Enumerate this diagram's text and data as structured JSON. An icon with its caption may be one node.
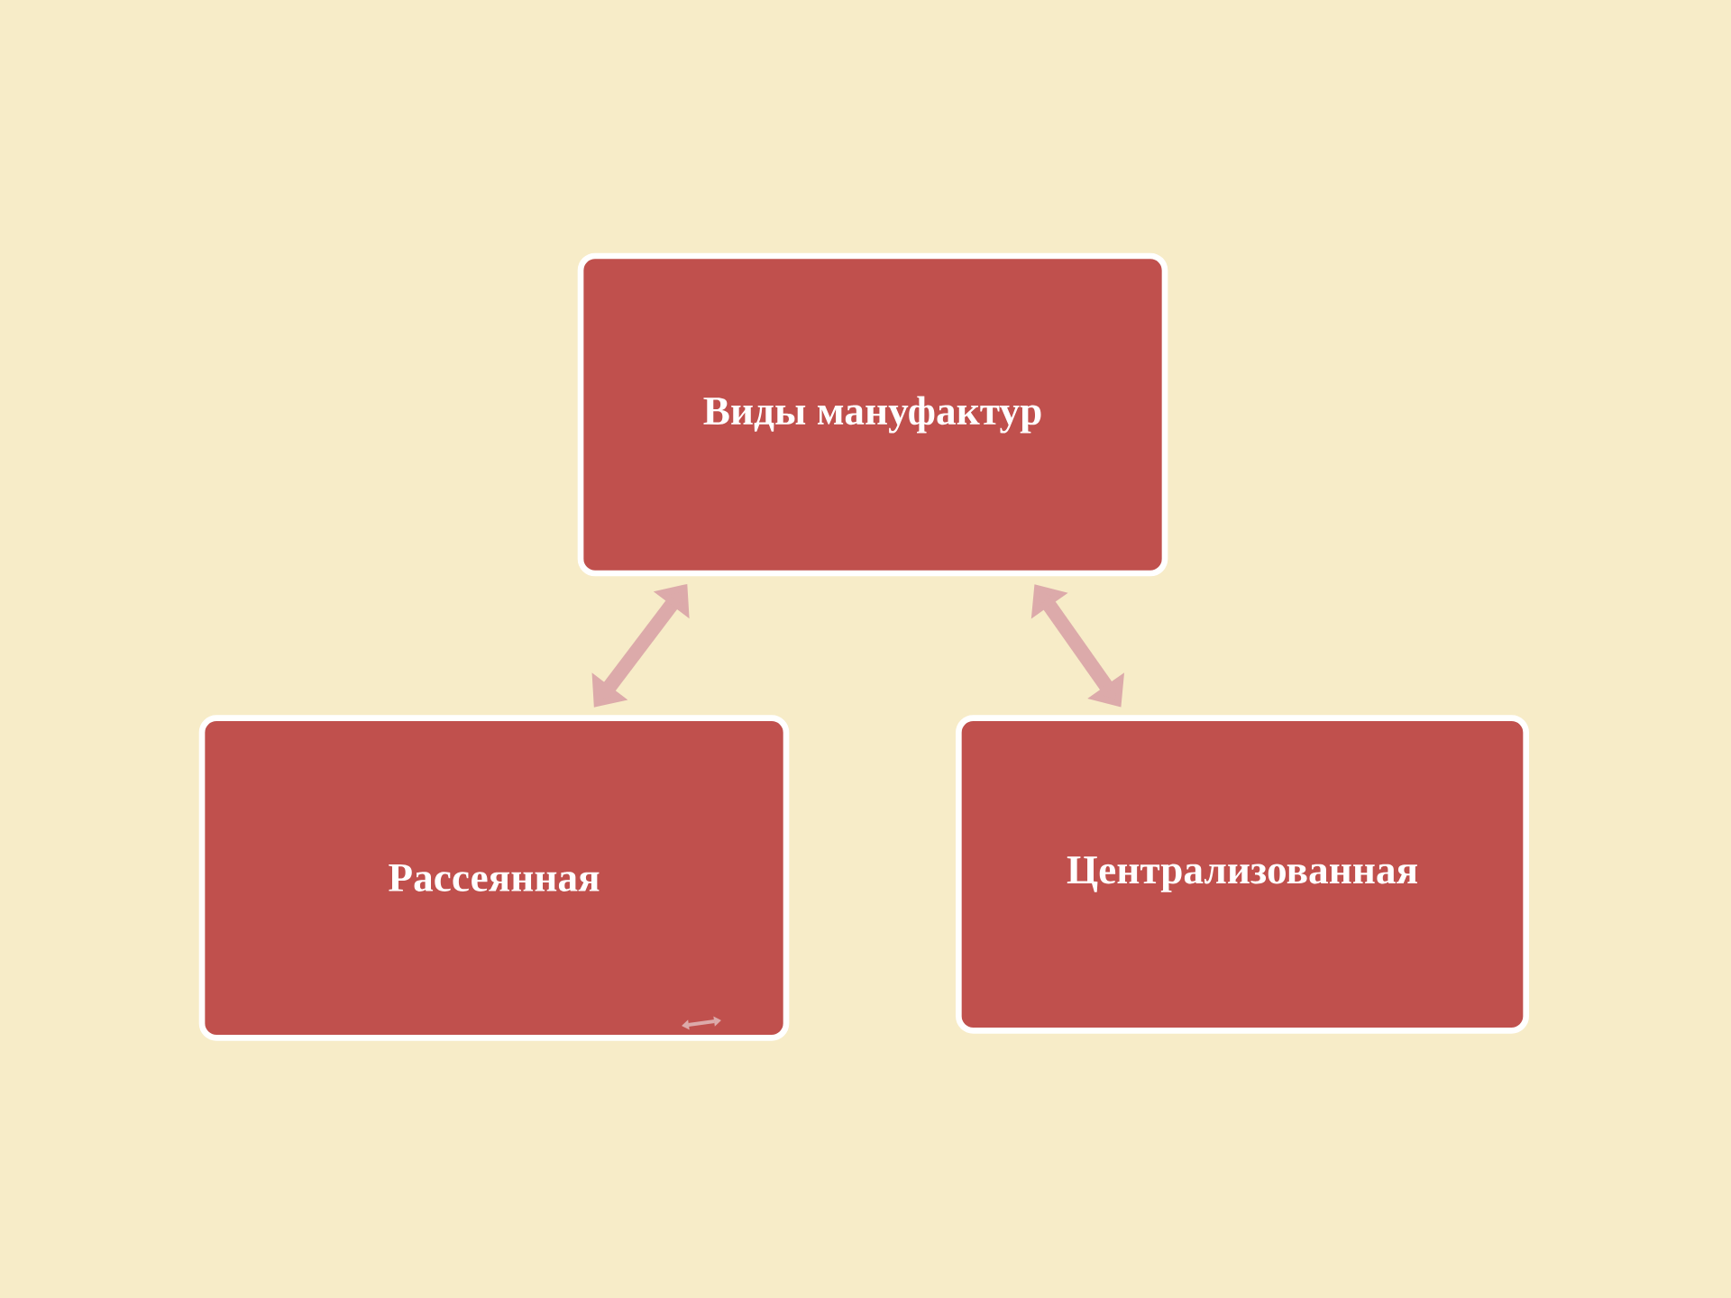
{
  "diagram": {
    "nodes": [
      {
        "text": [
          "Виды мануфактур"
        ]
      },
      {
        "text": [
          "Рассеянная"
        ]
      },
      {
        "text": [
          "Централизованная"
        ]
      }
    ],
    "edges": [
      {
        "from": 1,
        "to": 0,
        "arrow": "both"
      },
      {
        "from": 0,
        "to": 2,
        "arrow": "both"
      }
    ]
  }
}
